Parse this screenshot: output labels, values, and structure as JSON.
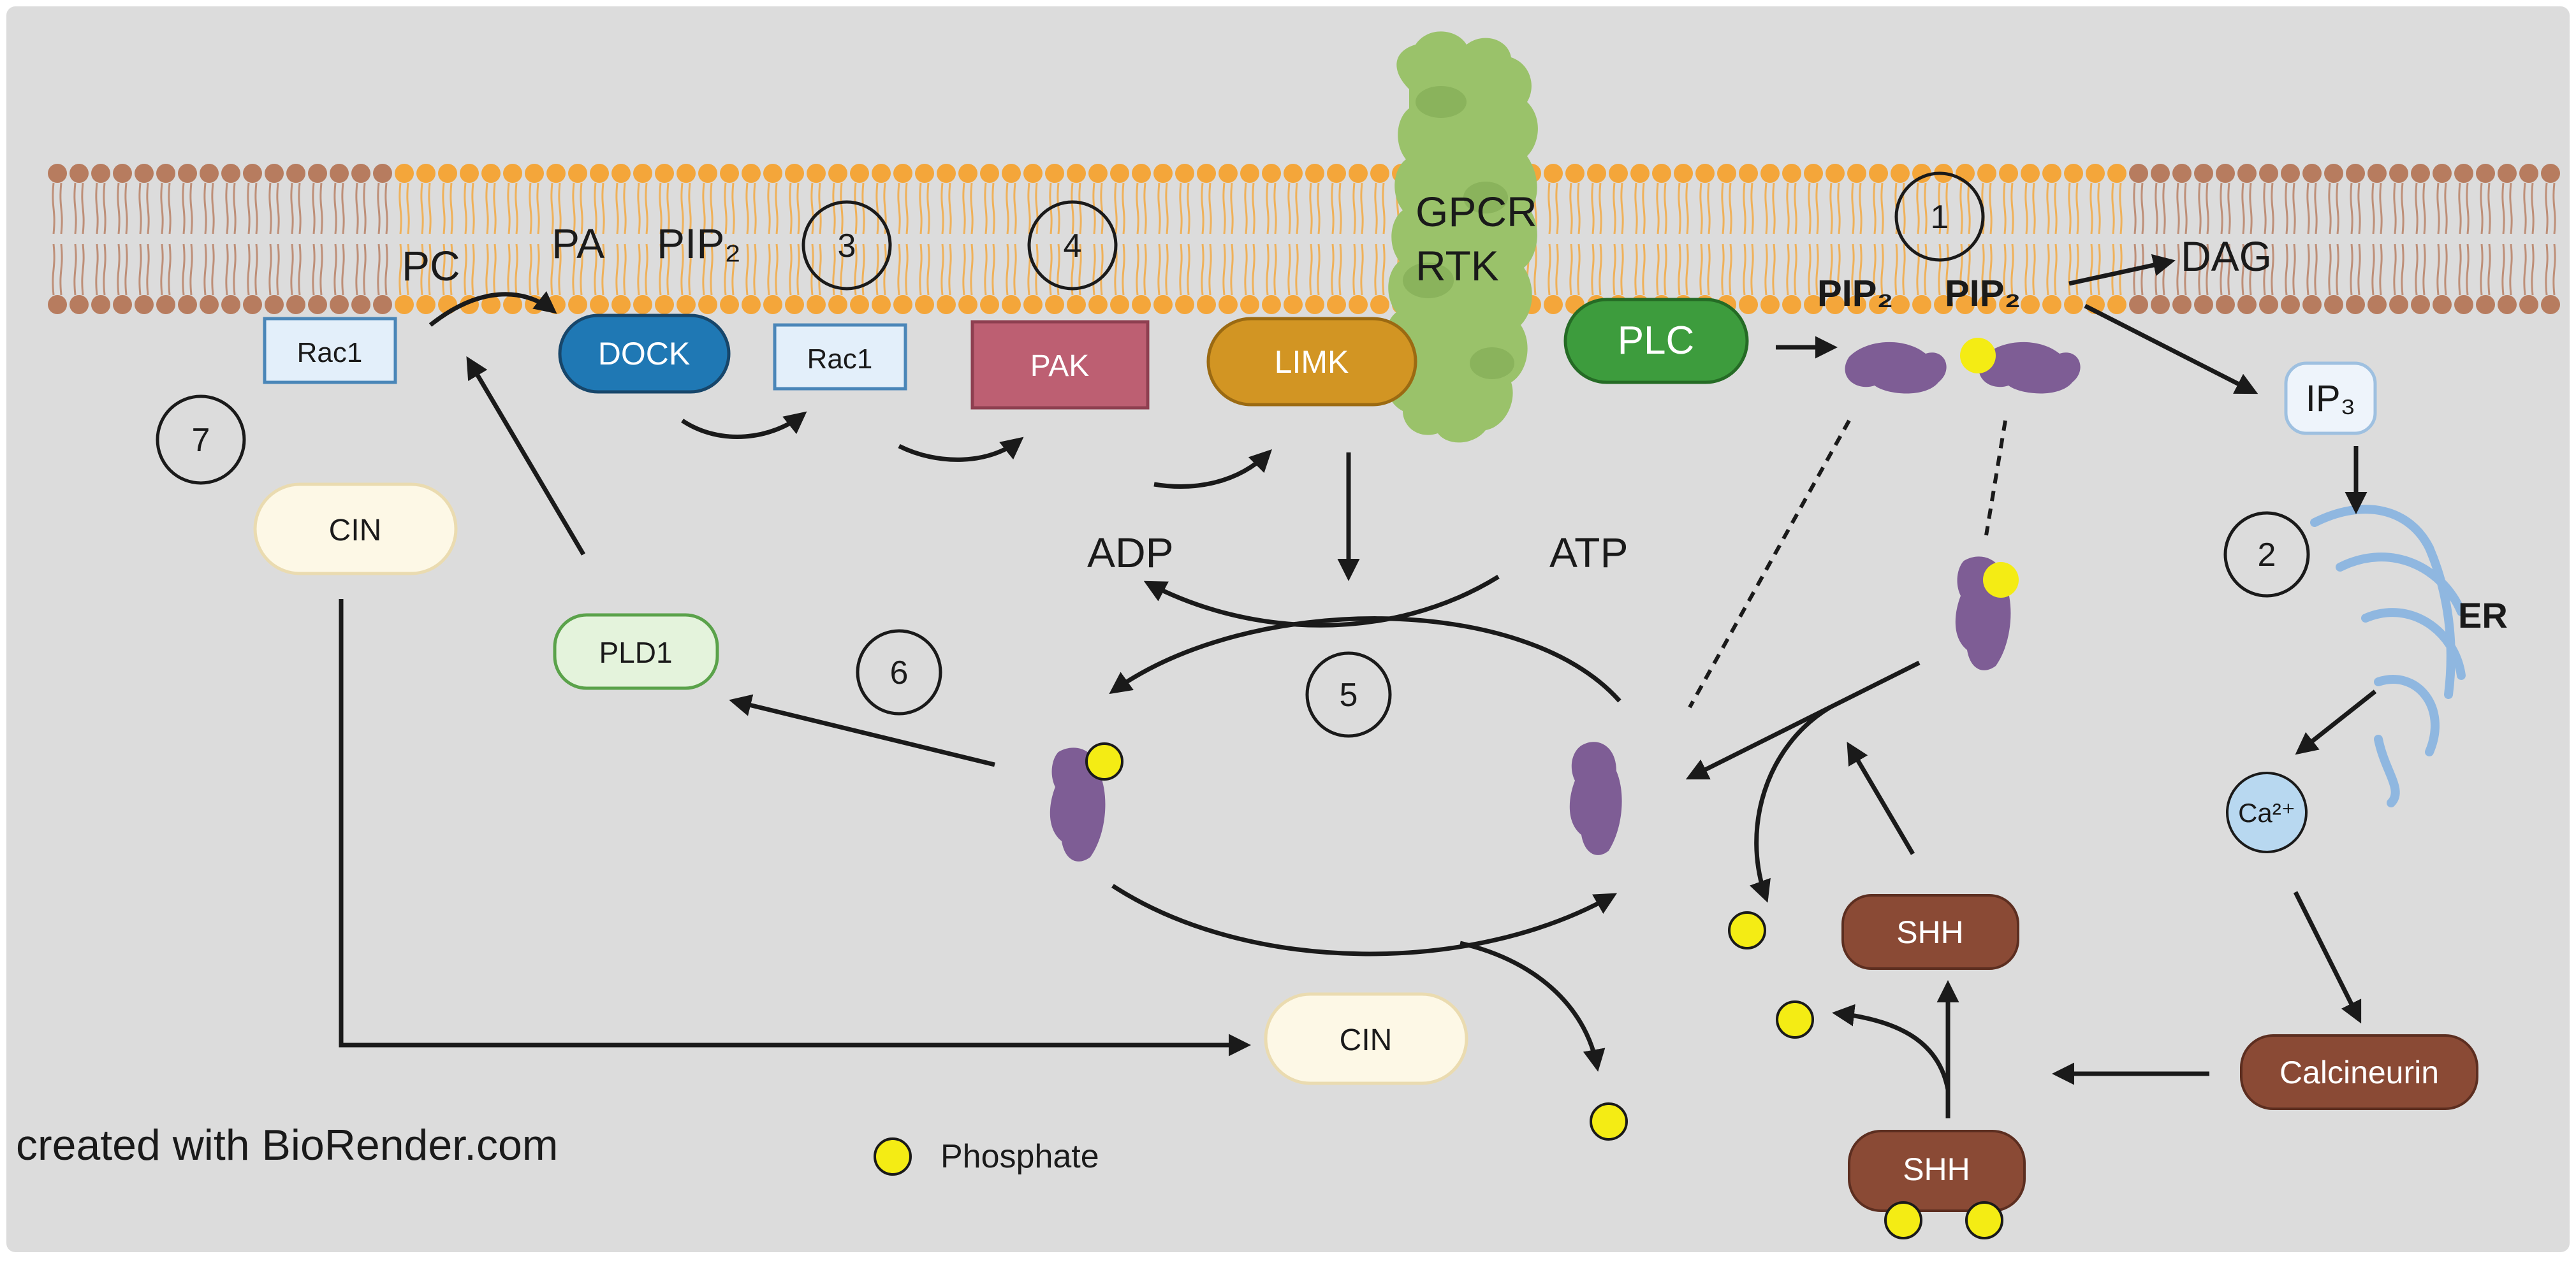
{
  "labels": {
    "pc": "PC",
    "pa": "PA",
    "pip2_top": "PIP₂",
    "gpcr": "GPCR",
    "rtk": "RTK",
    "dag": "DAG",
    "pip2_a": "PIP₂",
    "pip2_b": "PIP₂",
    "ip3": "IP₃",
    "er": "ER",
    "ca": "Ca²⁺",
    "adp": "ADP",
    "atp": "ATP",
    "legend_phosphate": "Phosphate",
    "credit": "created with BioRender.com"
  },
  "nodes": {
    "rac1_left": "Rac1",
    "dock": "DOCK",
    "rac1_mid": "Rac1",
    "pak": "PAK",
    "limk": "LIMK",
    "plc": "PLC",
    "cin_top": "CIN",
    "pld1": "PLD1",
    "cin_bottom": "CIN",
    "shh_upper": "SHH",
    "shh_lower": "SHH",
    "calcineurin": "Calcineurin"
  },
  "steps": [
    "1",
    "2",
    "3",
    "4",
    "5",
    "6",
    "7"
  ],
  "colors": {
    "background": "#dcdcdc",
    "membrane_orange": "#f4a63a",
    "membrane_brown": "#b77c5f",
    "dock": "#1f78b4",
    "pak": "#bd5f72",
    "limk": "#d29523",
    "plc": "#3d9c3d",
    "gpcr": "#9ac26a",
    "cofilin": "#7e5d95",
    "phosphate": "#f4ec14",
    "shh": "#8a4a35",
    "rac1_fill": "#e3effa",
    "rac1_stroke": "#4a86b8",
    "pld1_fill": "#e4f3dc",
    "cin_fill": "#fdf8e6",
    "ca_fill": "#b8d8f0"
  }
}
